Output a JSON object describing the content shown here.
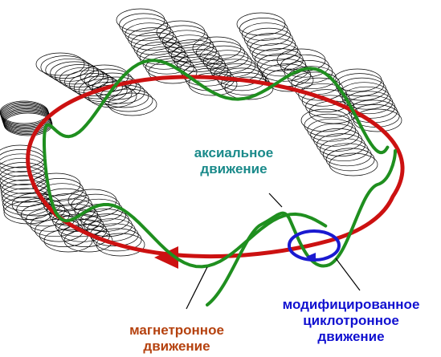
{
  "labels": {
    "axial": {
      "line1": "аксиальное",
      "line2": "движение"
    },
    "magnetron": {
      "line1": "магнетронное",
      "line2": "движение"
    },
    "cyclotron": {
      "line1": "модифицированное",
      "line2": "циклотронное",
      "line3": "движение"
    }
  },
  "colors": {
    "axial": "#1a8a8a",
    "magnetron": "#b5420f",
    "cyclotron": "#1010d0",
    "orbit": "#cc1111",
    "green": "#1f8f1f",
    "helix": "#000000",
    "ring": "#1a1ad0"
  }
}
